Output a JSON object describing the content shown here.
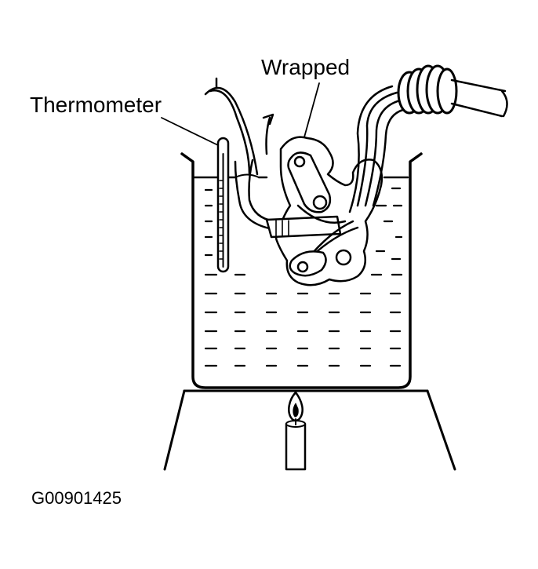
{
  "labels": {
    "wrapped": "Wrapped",
    "thermometer": "Thermometer",
    "figure_id": "G00901425"
  },
  "colors": {
    "ink": "#000000",
    "paper": "#ffffff"
  }
}
